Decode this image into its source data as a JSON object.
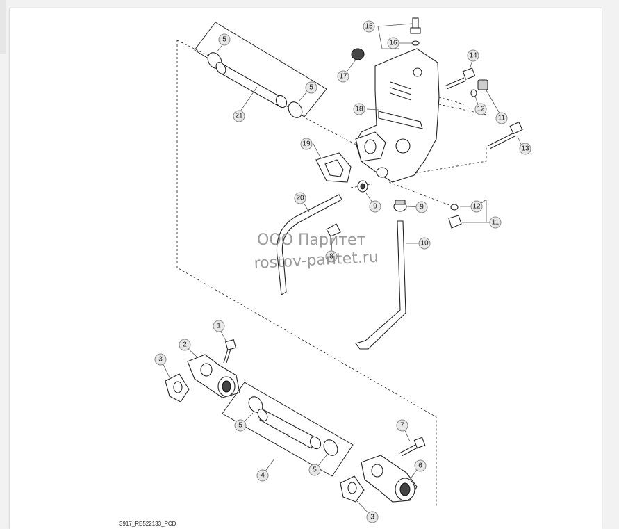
{
  "caption": "3917_RE522133_PCD",
  "watermark": {
    "line1": "ООО Паритет",
    "line2": "rostov-paritet.ru"
  },
  "callouts": {
    "c1": "1",
    "c2": "2",
    "c3a": "3",
    "c3b": "3",
    "c4": "4",
    "c5a": "5",
    "c5b": "5",
    "c5c": "5",
    "c5d": "5",
    "c6": "6",
    "c7": "7",
    "c8": "8",
    "c9a": "9",
    "c9b": "9",
    "c10": "10",
    "c11a": "11",
    "c11b": "11",
    "c12a": "12",
    "c12b": "12",
    "c13": "13",
    "c14": "14",
    "c15": "15",
    "c16": "16",
    "c17": "17",
    "c18": "18",
    "c19": "19",
    "c20": "20",
    "c21": "21"
  }
}
